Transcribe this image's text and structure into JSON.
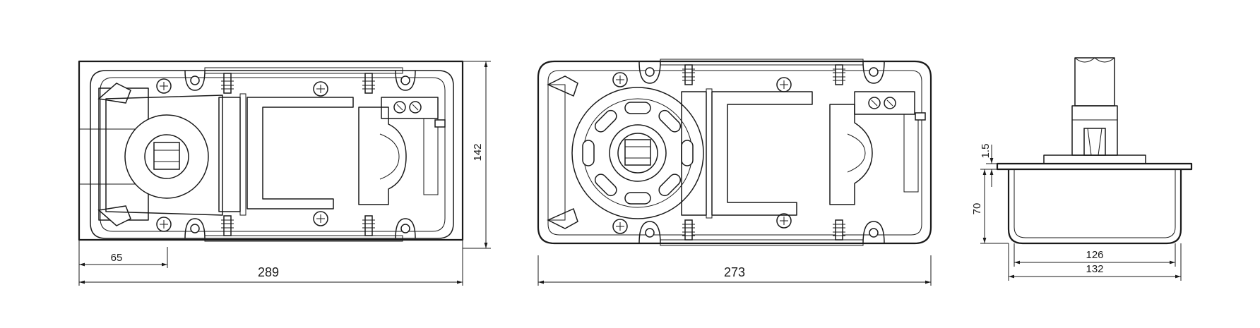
{
  "dimensions": {
    "left_width": "289",
    "left_height": "142",
    "left_offset": "65",
    "middle_width": "273",
    "side_inner_width": "126",
    "side_outer_width": "132",
    "side_depth": "70",
    "side_flange": "1.5"
  },
  "colors": {
    "line": "#1a1a1a",
    "background": "#ffffff"
  }
}
